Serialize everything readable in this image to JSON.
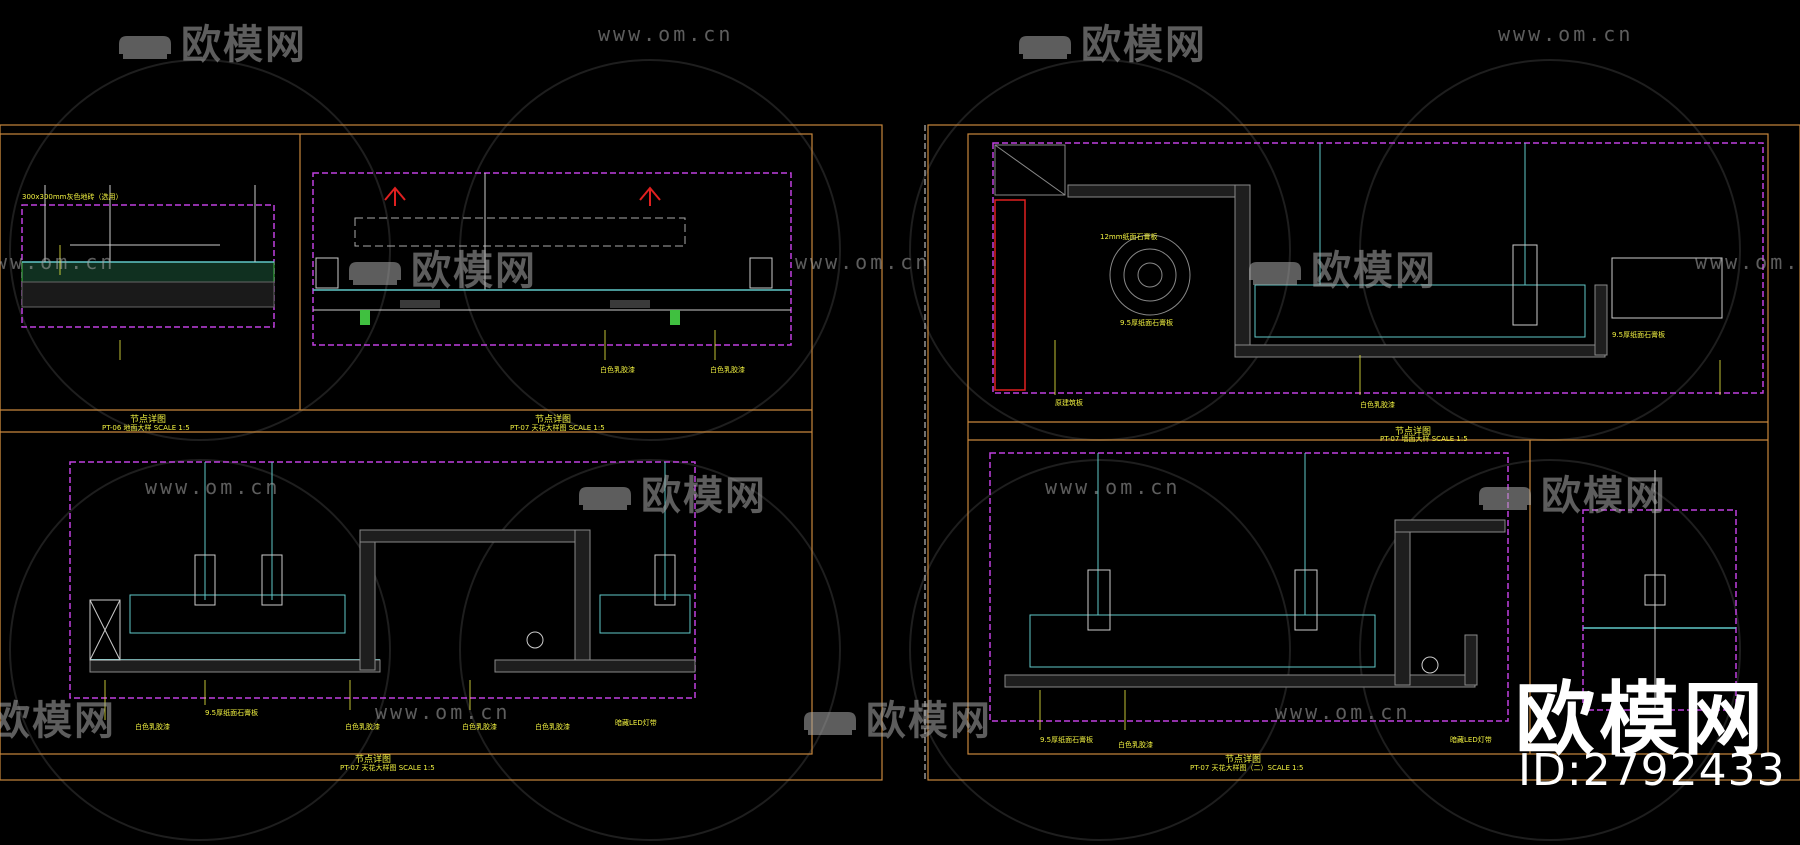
{
  "watermark": {
    "logo_text": "欧模网",
    "url_text": "www.om.cn"
  },
  "corner": {
    "brand": "欧模网",
    "id_label": "ID:2792433"
  },
  "details": [
    {
      "title": "节点详图",
      "sub": "PT-06 地面大样  SCALE 1:5"
    },
    {
      "title": "节点详图",
      "sub": "PT-07 天花大样图  SCALE 1:5"
    },
    {
      "title": "节点详图",
      "sub": "PT-07 天花大样图  SCALE 1:5"
    },
    {
      "title": "节点详图",
      "sub": "PT-07 墙面大样  SCALE 1:5"
    },
    {
      "title": "节点详图",
      "sub": "PT-07 天花大样图（二）SCALE 1:5"
    }
  ],
  "labels": {
    "white_glue": "白色乳胶漆",
    "gypsum": "9.5厚纸面石膏板",
    "led": "暗藏LED灯带",
    "gypsum12": "12mm纸面石膏板",
    "base": "原建筑板",
    "tile": "300x300mm灰色地砖（选用）"
  },
  "colors": {
    "frame": "#c8873c",
    "dashed": "#c040e0",
    "line": "#60c8c8",
    "annot": "#f0f040",
    "accent": "#e02020"
  }
}
